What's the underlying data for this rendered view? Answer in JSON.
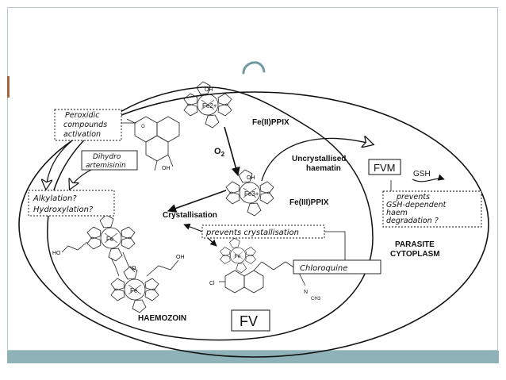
{
  "diagram": {
    "labels": {
      "fe2": "Fe(II)PPIX",
      "fe3": "Fe(III)PPIX",
      "o2": "O",
      "o2_sub": "2",
      "uncrystallised_1": "Uncrystallised",
      "uncrystallised_2": "haematin",
      "fvm": "FVM",
      "gsh": "GSH",
      "crystallisation": "Crystallisation",
      "prevents_crystallisation": "prevents crystallisation",
      "chloroquine": "Chloroquine",
      "parasite_1": "PARASITE",
      "parasite_2": "CYTOPLASM",
      "haemozoin": "HAEMOZOIN",
      "fv": "FV",
      "peroxidic_1": "Peroxidic",
      "peroxidic_2": "compounds",
      "peroxidic_3": "activation",
      "dihydro_1": "Dihydro",
      "dihydro_2": "artemisinin",
      "alkylation": "Alkylation?",
      "hydroxylation": "Hydroxylation?",
      "prevents_gsh_1": "prevents",
      "prevents_gsh_2": "GSH-dependent",
      "prevents_gsh_3": "haem",
      "prevents_gsh_4": "degradation ?"
    },
    "atoms": {
      "fe2": "Fe2+",
      "fe3": "Fe3+",
      "fe": "Fe",
      "oh": "OH",
      "o": "O",
      "n": "N",
      "ho": "HO",
      "cl": "Cl",
      "ch3": "CH3"
    },
    "colors": {
      "line": "#111111",
      "frame": "#b7c9cf",
      "footer": "#8fb1b8",
      "accent": "#b06040",
      "hook": "#6f9aa3"
    }
  }
}
